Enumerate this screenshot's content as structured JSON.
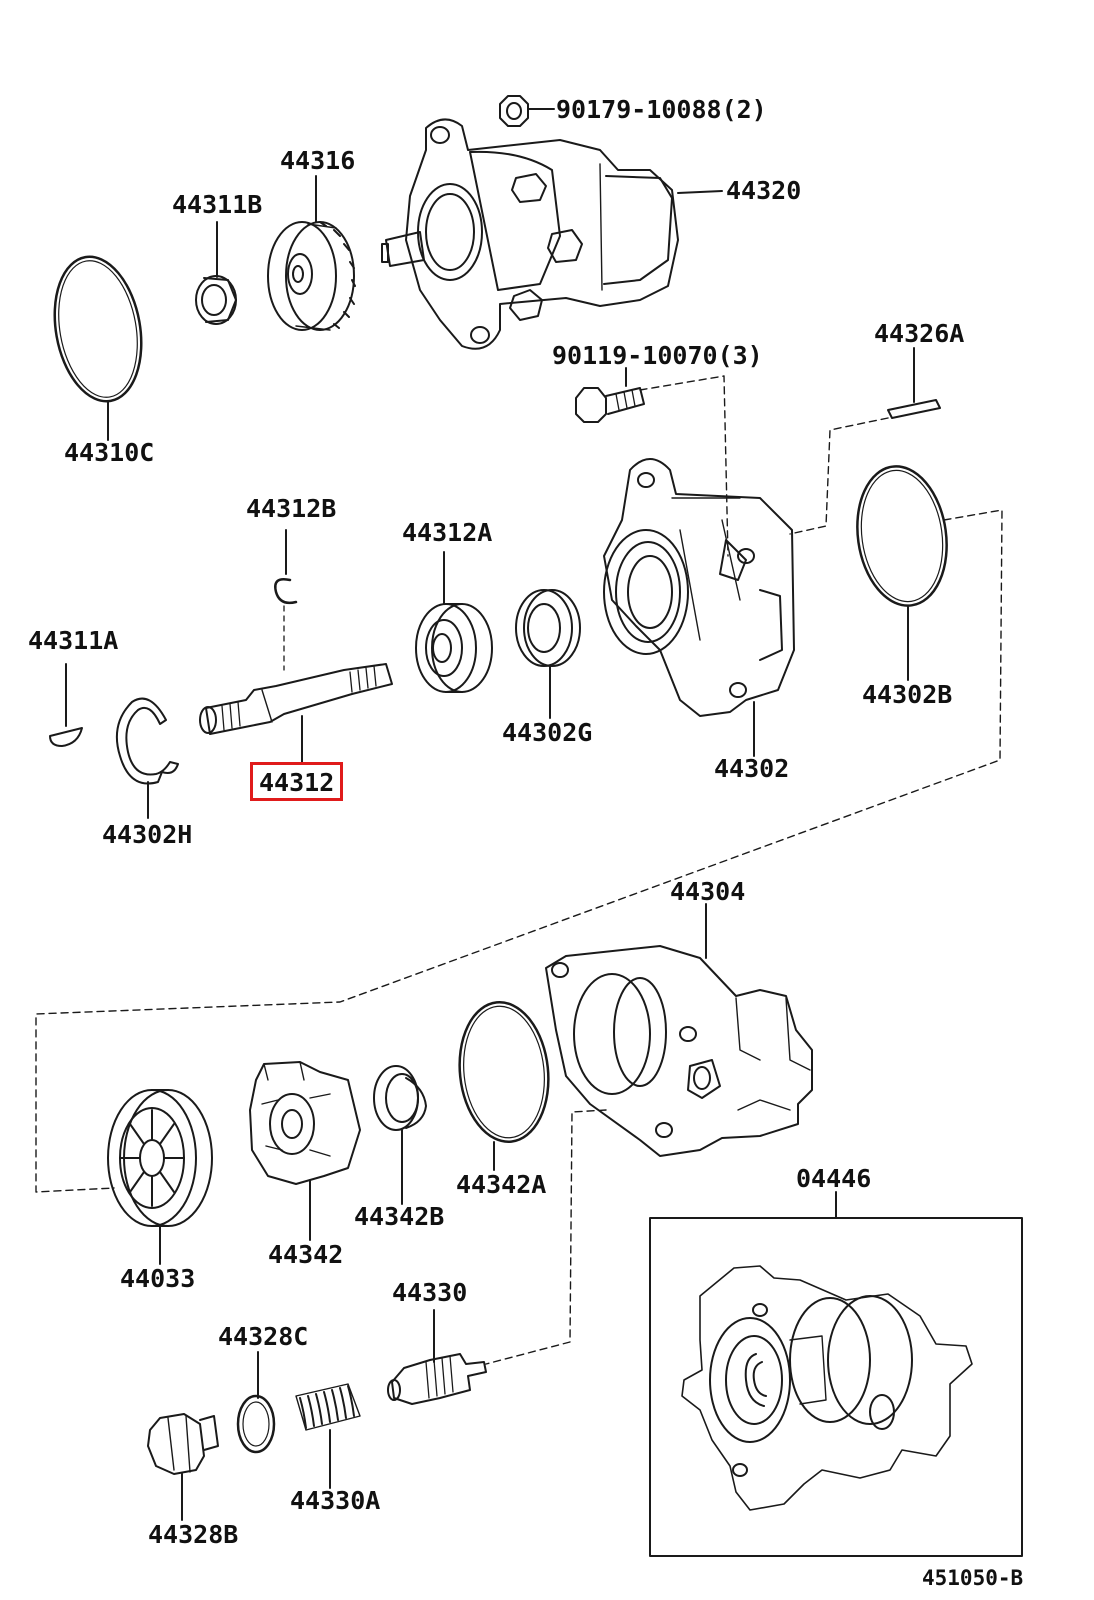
{
  "diagram": {
    "ref_code": "451050-B",
    "highlight_color": "#e01b1b",
    "parts": [
      {
        "id": "p_90179",
        "label": "90179-10088(2)",
        "name": "bolt-icon"
      },
      {
        "id": "p_44316",
        "label": "44316",
        "name": "drive-gear-icon"
      },
      {
        "id": "p_44311b",
        "label": "44311B",
        "name": "nut-icon"
      },
      {
        "id": "p_44320",
        "label": "44320",
        "name": "pump-assembly-icon"
      },
      {
        "id": "p_44310c",
        "label": "44310C",
        "name": "o-ring-icon"
      },
      {
        "id": "p_90119",
        "label": "90119-10070(3)",
        "name": "bolt-icon"
      },
      {
        "id": "p_44326a",
        "label": "44326A",
        "name": "pin-icon"
      },
      {
        "id": "p_44312b",
        "label": "44312B",
        "name": "snap-ring-icon"
      },
      {
        "id": "p_44312a",
        "label": "44312A",
        "name": "bearing-icon"
      },
      {
        "id": "p_44311a",
        "label": "44311A",
        "name": "woodruff-key-icon"
      },
      {
        "id": "p_44302g",
        "label": "44302G",
        "name": "oil-seal-icon"
      },
      {
        "id": "p_44302b",
        "label": "44302B",
        "name": "o-ring-icon"
      },
      {
        "id": "p_44312",
        "label": "44312",
        "name": "shaft-icon",
        "highlighted": true
      },
      {
        "id": "p_44302",
        "label": "44302",
        "name": "front-housing-icon"
      },
      {
        "id": "p_44302h",
        "label": "44302H",
        "name": "snap-ring-icon"
      },
      {
        "id": "p_44304",
        "label": "44304",
        "name": "rear-housing-icon"
      },
      {
        "id": "p_44342a",
        "label": "44342A",
        "name": "o-ring-icon"
      },
      {
        "id": "p_44342b",
        "label": "44342B",
        "name": "spring-icon"
      },
      {
        "id": "p_44342",
        "label": "44342",
        "name": "cam-ring-icon"
      },
      {
        "id": "p_44033",
        "label": "44033",
        "name": "rotor-icon"
      },
      {
        "id": "p_04446",
        "label": "04446",
        "name": "gasket-kit-icon"
      },
      {
        "id": "p_44330",
        "label": "44330",
        "name": "flow-valve-icon"
      },
      {
        "id": "p_44328c",
        "label": "44328C",
        "name": "o-ring-icon"
      },
      {
        "id": "p_44330a",
        "label": "44330A",
        "name": "spring-icon"
      },
      {
        "id": "p_44328b",
        "label": "44328B",
        "name": "plug-icon"
      }
    ]
  }
}
